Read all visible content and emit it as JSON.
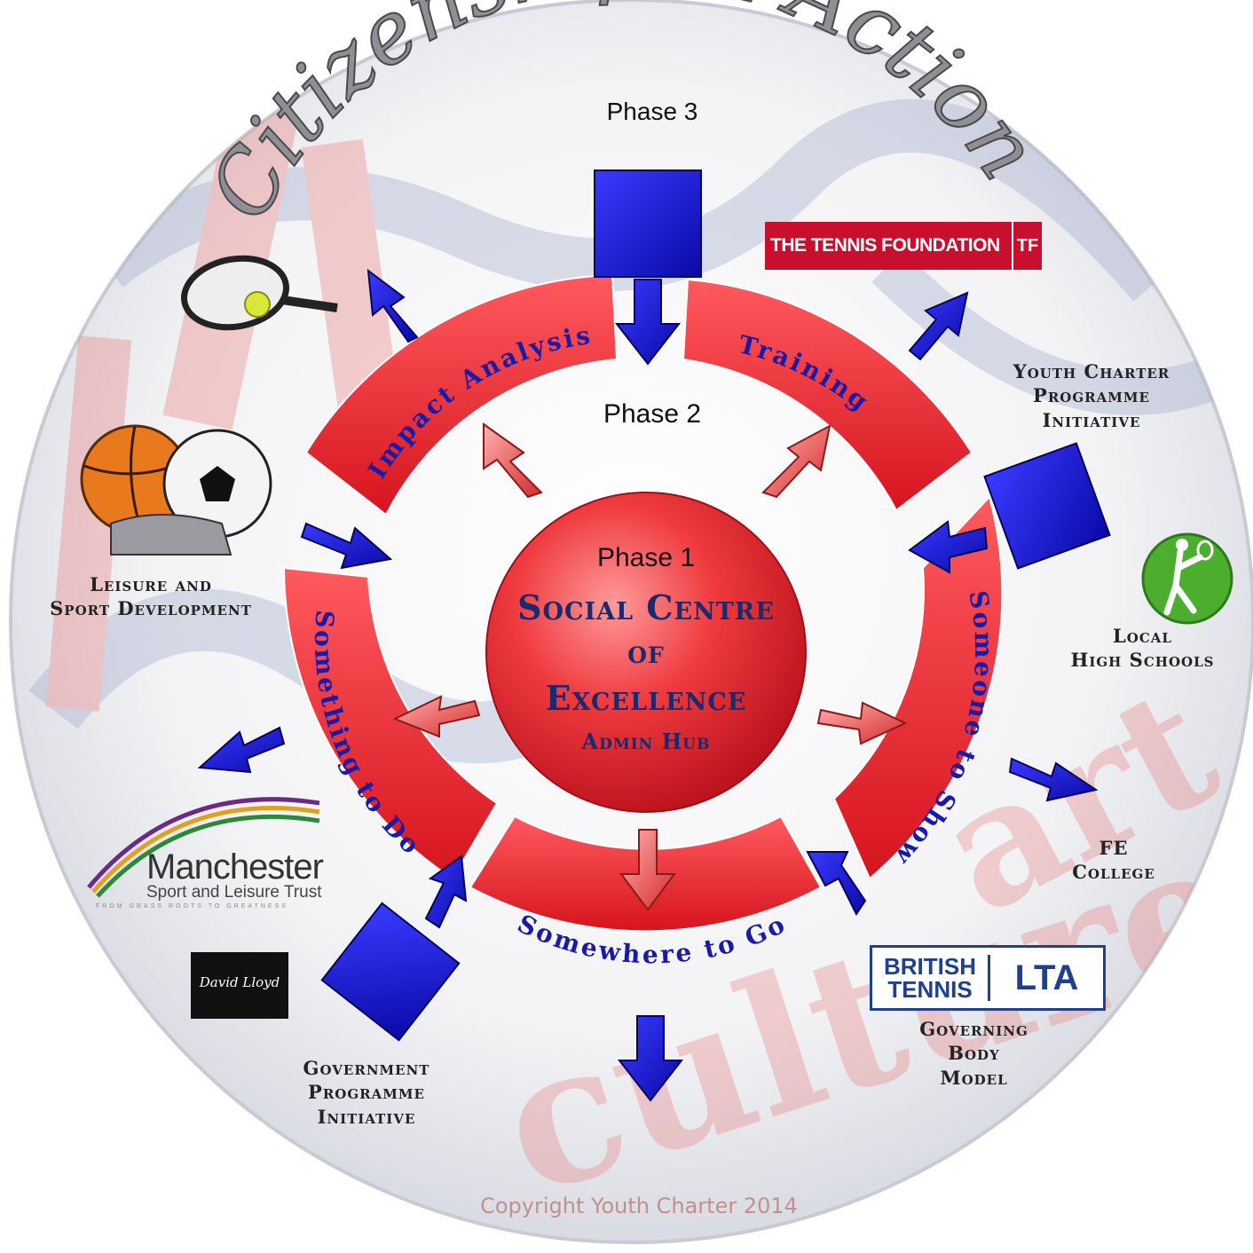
{
  "title": "Citizenship in Action",
  "phases": {
    "phase3": "Phase 3",
    "phase2": "Phase 2",
    "phase1": "Phase 1"
  },
  "hub": {
    "line1": "Social Centre",
    "line2": "of",
    "line3": "Excellence",
    "sub": "Admin Hub"
  },
  "ring_segments": {
    "top_left": "Impact Analysis",
    "top_right": "Training",
    "right": "Someone to Show",
    "bottom": "Somewhere to Go",
    "left": "Something to Do"
  },
  "outer_labels": {
    "youth_charter": [
      "Youth Charter",
      "Programme",
      "Initiative"
    ],
    "local_schools": [
      "Local",
      "High Schools"
    ],
    "fe_college": [
      "FE",
      "College"
    ],
    "governing_body": [
      "Governing",
      "Body",
      "Model"
    ],
    "government": [
      "Government",
      "Programme",
      "Initiative"
    ],
    "leisure": [
      "Leisure and",
      "Sport Development"
    ]
  },
  "logos": {
    "tennis_foundation": "THE TENNIS FOUNDATION",
    "tennis_foundation_mark": "TF",
    "british_tennis_line1": "BRITISH",
    "british_tennis_line2": "TENNIS",
    "lta": "LTA",
    "manchester_name": "Manchester",
    "manchester_sub": "Sport and Leisure Trust",
    "manchester_tag": "FROM GRASS ROOTS TO GREATNESS",
    "david_lloyd": "David Lloyd"
  },
  "background_words": [
    "culture",
    "art"
  ],
  "copyright": "Copyright Youth Charter 2014",
  "colors": {
    "ring_red": "#e8202c",
    "hub_red": "#e52a30",
    "arrow_blue": "#1010d8",
    "text_navy": "#1a2a6c",
    "tf_red": "#c8102e"
  }
}
